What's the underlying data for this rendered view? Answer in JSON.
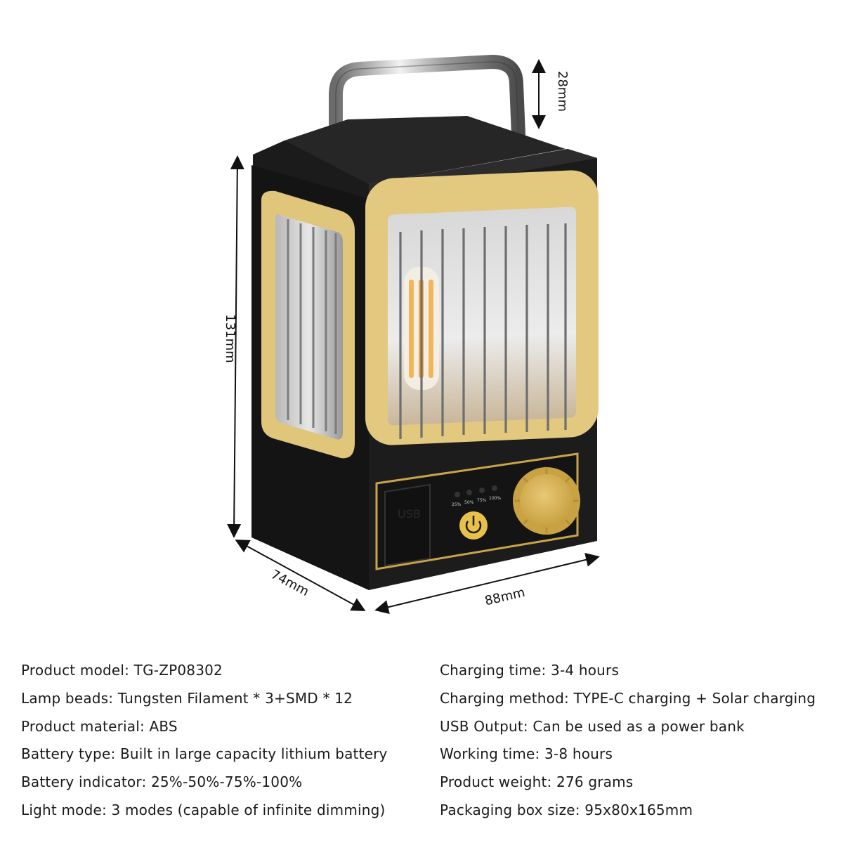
{
  "dimensions": {
    "height": "131mm",
    "depth": "74mm",
    "width": "88mm",
    "handle": "28mm"
  },
  "lamp": {
    "usb_label": "USB",
    "indicator_labels": [
      "25%",
      "50%",
      "75%",
      "100%"
    ],
    "colors": {
      "body": "#1c1c1c",
      "frame": "#e3c97f",
      "knob": "#dcb85a",
      "glow": "#f2b65a"
    }
  },
  "specs_left": [
    "Product model: TG-ZP08302",
    "Lamp beads: Tungsten Filament * 3+SMD * 12",
    "Product material: ABS",
    "Battery type: Built in large capacity lithium battery",
    "Battery indicator: 25%-50%-75%-100%",
    "Light mode: 3 modes (capable of infinite dimming)"
  ],
  "specs_right": [
    "Charging time: 3-4 hours",
    "Charging method: TYPE-C charging + Solar charging",
    "USB Output: Can be used as a power bank",
    "Working time: 3-8 hours",
    "Product weight: 276 grams",
    "Packaging box size: 95x80x165mm"
  ]
}
